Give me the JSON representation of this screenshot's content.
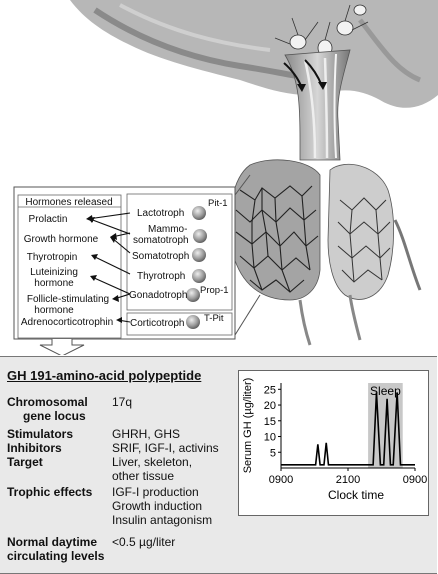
{
  "hormones_header": "Hormones released",
  "hormones": [
    "Prolactin",
    "Growth hormone",
    "Thyrotropin",
    "Luteinizing",
    "hormone",
    "Follicle-stimulating",
    "hormone",
    "Adrenocorticotrophin"
  ],
  "cells": {
    "lactotroph": "Lactotroph",
    "mammo1": "Mammo-",
    "mammo2": "somatotroph",
    "somatotroph": "Somatotroph",
    "thyrotroph": "Thyrotroph",
    "gonadotroph": "Gonadotroph",
    "corticotroph": "Corticotroph"
  },
  "genes": {
    "pit1": "Pit-1",
    "prop1": "Prop-1",
    "tpit": "T-Pit"
  },
  "info": {
    "title": "GH 191-amino-acid polypeptide",
    "rows": [
      {
        "key1": "Chromosomal",
        "key2": "gene locus",
        "value": "17q"
      },
      {
        "key1": "Stimulators",
        "value": "GHRH, GHS"
      },
      {
        "key1": "Inhibitors",
        "value": "SRIF, IGF-I, activins"
      },
      {
        "key1": "Target",
        "value": "Liver, skeleton,",
        "value2": "other tissue"
      },
      {
        "key1": "Trophic effects",
        "value": "IGF-I production",
        "value2": "Growth induction",
        "value3": "Insulin antagonism"
      },
      {
        "key1": "Normal daytime",
        "key2": "circulating levels",
        "value": "<0.5 µg/liter"
      }
    ]
  },
  "chart_data": {
    "type": "line",
    "ylabel": "Serum GH (µg/liter)",
    "xlabel": "Clock time",
    "annotation": "Sleep",
    "yticks": [
      5,
      10,
      15,
      20,
      25
    ],
    "xticks": [
      "0900",
      "2100",
      "0900"
    ],
    "ylim": [
      0,
      27
    ],
    "xlim": [
      0,
      24
    ],
    "sleep_range": [
      15.6,
      21.8
    ],
    "x": [
      0,
      6.2,
      6.6,
      7.0,
      7.7,
      8.1,
      8.5,
      9.5,
      16.5,
      17.1,
      17.8,
      18.4,
      19.0,
      19.6,
      20.1,
      20.8,
      21.4,
      22,
      24
    ],
    "values": [
      1,
      1,
      7.5,
      1,
      1,
      8,
      1,
      1,
      1,
      24,
      1,
      1,
      22,
      1,
      1,
      24,
      1,
      1,
      1
    ]
  }
}
